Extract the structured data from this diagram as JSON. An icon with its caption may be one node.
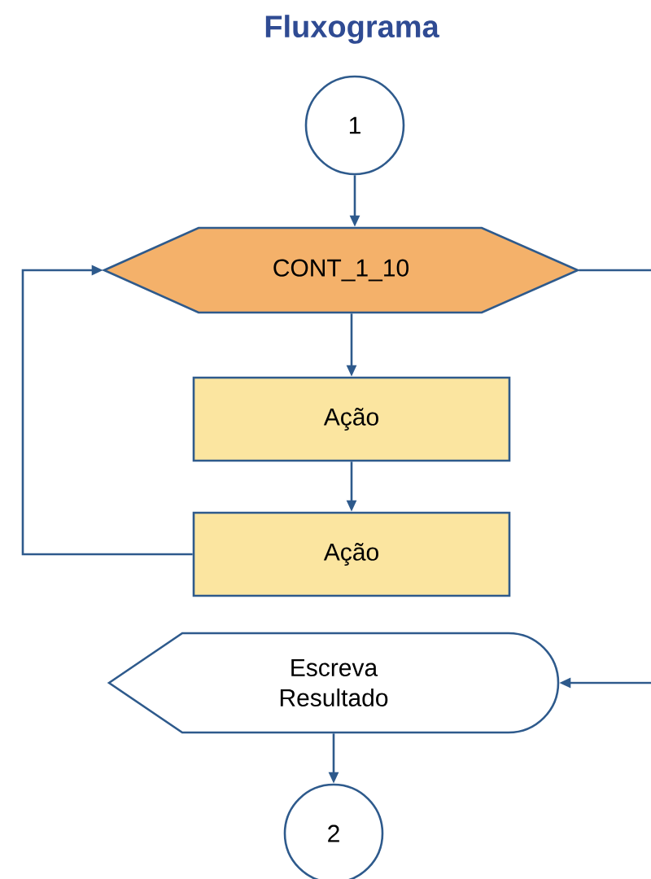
{
  "diagram": {
    "title": "Fluxograma",
    "nodes": [
      {
        "text": [
          "1"
        ]
      },
      {
        "text": [
          "CONT_1_10"
        ]
      },
      {
        "text": [
          "Ação"
        ]
      },
      {
        "text": [
          "Ação"
        ]
      },
      {
        "text": [
          "Escreva Resultado"
        ]
      },
      {
        "text": [
          "2"
        ]
      }
    ],
    "edges": [
      {
        "from": 0,
        "to": 1,
        "arrow": "to"
      },
      {
        "from": 1,
        "to": 2,
        "arrow": "to"
      },
      {
        "from": 2,
        "to": 3,
        "arrow": "to"
      },
      {
        "from": 3,
        "to": 1,
        "arrow": "to"
      },
      {
        "from": 1,
        "to": null,
        "arrow": "none"
      },
      {
        "from": null,
        "to": 4,
        "arrow": "to"
      },
      {
        "from": 4,
        "to": 5,
        "arrow": "to"
      }
    ]
  }
}
